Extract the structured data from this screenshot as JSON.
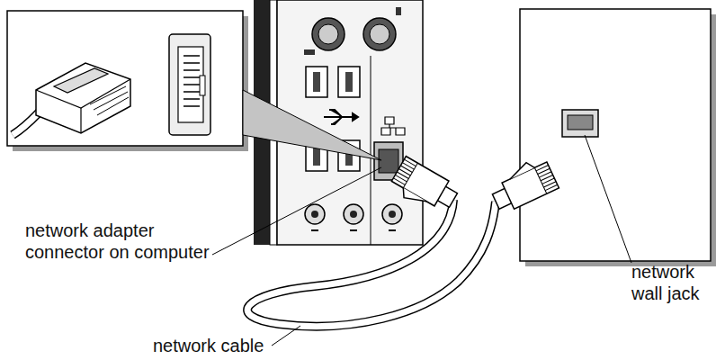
{
  "diagram": {
    "labels": [
      "network adapter connector on computer",
      "network cable",
      "network wall jack"
    ]
  }
}
